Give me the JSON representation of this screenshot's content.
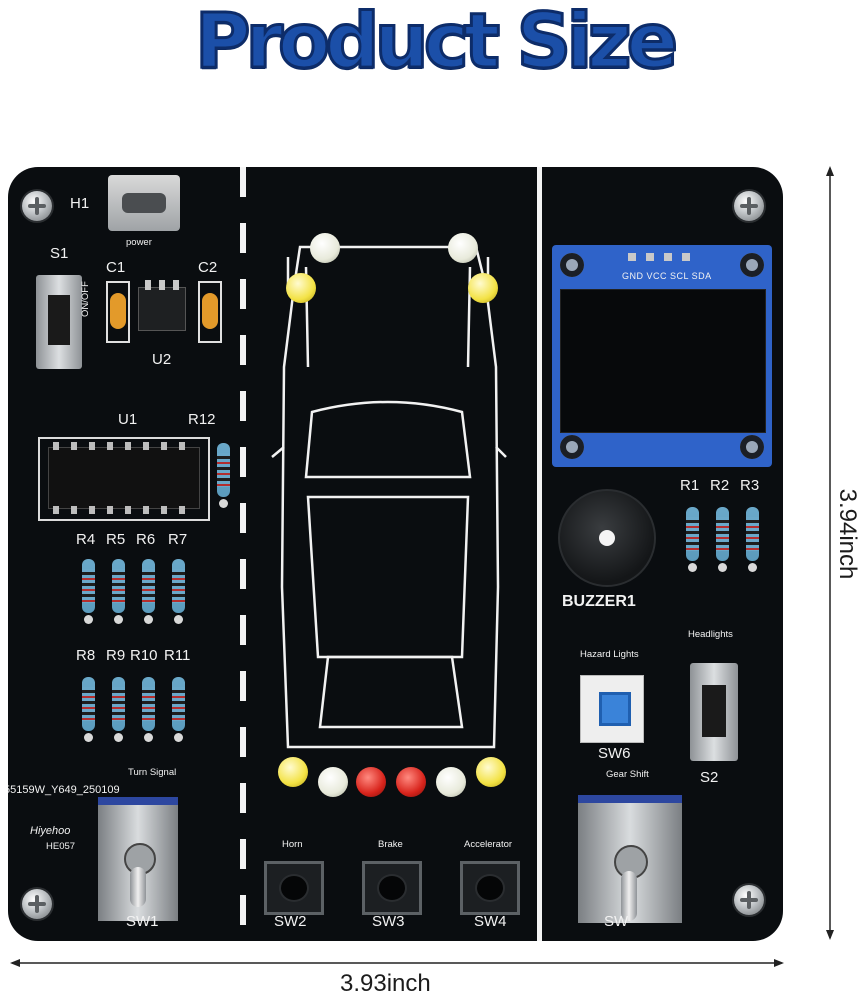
{
  "title": "Product Size",
  "dimensions": {
    "width_label": "3.93inch",
    "height_label": "3.94inch"
  },
  "labels": {
    "h1": "H1",
    "power": "power",
    "s1": "S1",
    "onoff": "ON/OFF",
    "c1": "C1",
    "c2": "C2",
    "u2": "U2",
    "u1": "U1",
    "r12": "R12",
    "r4": "R4",
    "r5": "R5",
    "r6": "R6",
    "r7": "R7",
    "r8": "R8",
    "r9": "R9",
    "r10": "R10",
    "r11": "R11",
    "turn_signal": "Turn Signal",
    "serial": "55159W_Y649_250109",
    "brand": "Hiyehoo",
    "model": "HE057",
    "sw1": "SW1",
    "horn": "Horn",
    "sw2": "SW2",
    "brake": "Brake",
    "sw3": "SW3",
    "accelerator": "Accelerator",
    "sw4": "SW4",
    "oled_pins": "GND VCC SCL SDA",
    "r1": "R1",
    "r2": "R2",
    "r3": "R3",
    "buzzer": "BUZZER1",
    "hazard_lights": "Hazard Lights",
    "sw6": "SW6",
    "headlights": "Headlights",
    "s2": "S2",
    "gear_shift": "Gear Shift",
    "sw5": "SW"
  },
  "colors": {
    "board": "#0a0d10",
    "title_blue": "#1b4fa8",
    "led_red": "#d8241c",
    "led_yellow": "#f3e245",
    "led_white": "#e8eadb",
    "oled_frame": "#2f63c9"
  }
}
